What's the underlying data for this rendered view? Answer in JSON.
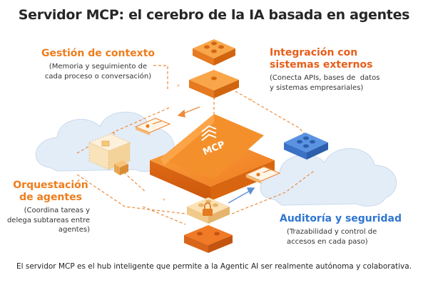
{
  "title": "Servidor MCP: el cerebro de la IA basada en agentes",
  "center_label": "MCP",
  "sections": {
    "context": {
      "heading": "Gestión de contexto",
      "lines": [
        "(Memoria y seguimiento de",
        "cada proceso o conversación)"
      ]
    },
    "integration": {
      "heading_lines": [
        "Integración con",
        "sistemas externos"
      ],
      "lines": [
        "(Conecta APIs, bases de  datos",
        "y sistemas empresariales)"
      ]
    },
    "orchestration": {
      "heading_lines": [
        "Orquestación",
        "de agentes"
      ],
      "lines": [
        "(Coordina tareas y",
        "delega subtareas entre",
        "agentes)"
      ]
    },
    "audit": {
      "heading": "Auditoría y seguridad",
      "lines": [
        "(Trazabilidad y control de",
        "accesos en cada paso)"
      ]
    }
  },
  "footer": "El servidor MCP es el hub inteligente que permite a la Agentic AI ser realmente autónoma y colaborativa.",
  "colors": {
    "orange": "#ee7d1c",
    "dark_orange": "#e85d1a",
    "blue": "#2f76d2",
    "cloud": "#dfeaf6",
    "lego_yellow": "#f8e3ba"
  },
  "icons": [
    "mcp-chip-icon",
    "lego-brick-icon",
    "lock-icon",
    "id-card-icon",
    "document-icon",
    "cloud-icon"
  ]
}
